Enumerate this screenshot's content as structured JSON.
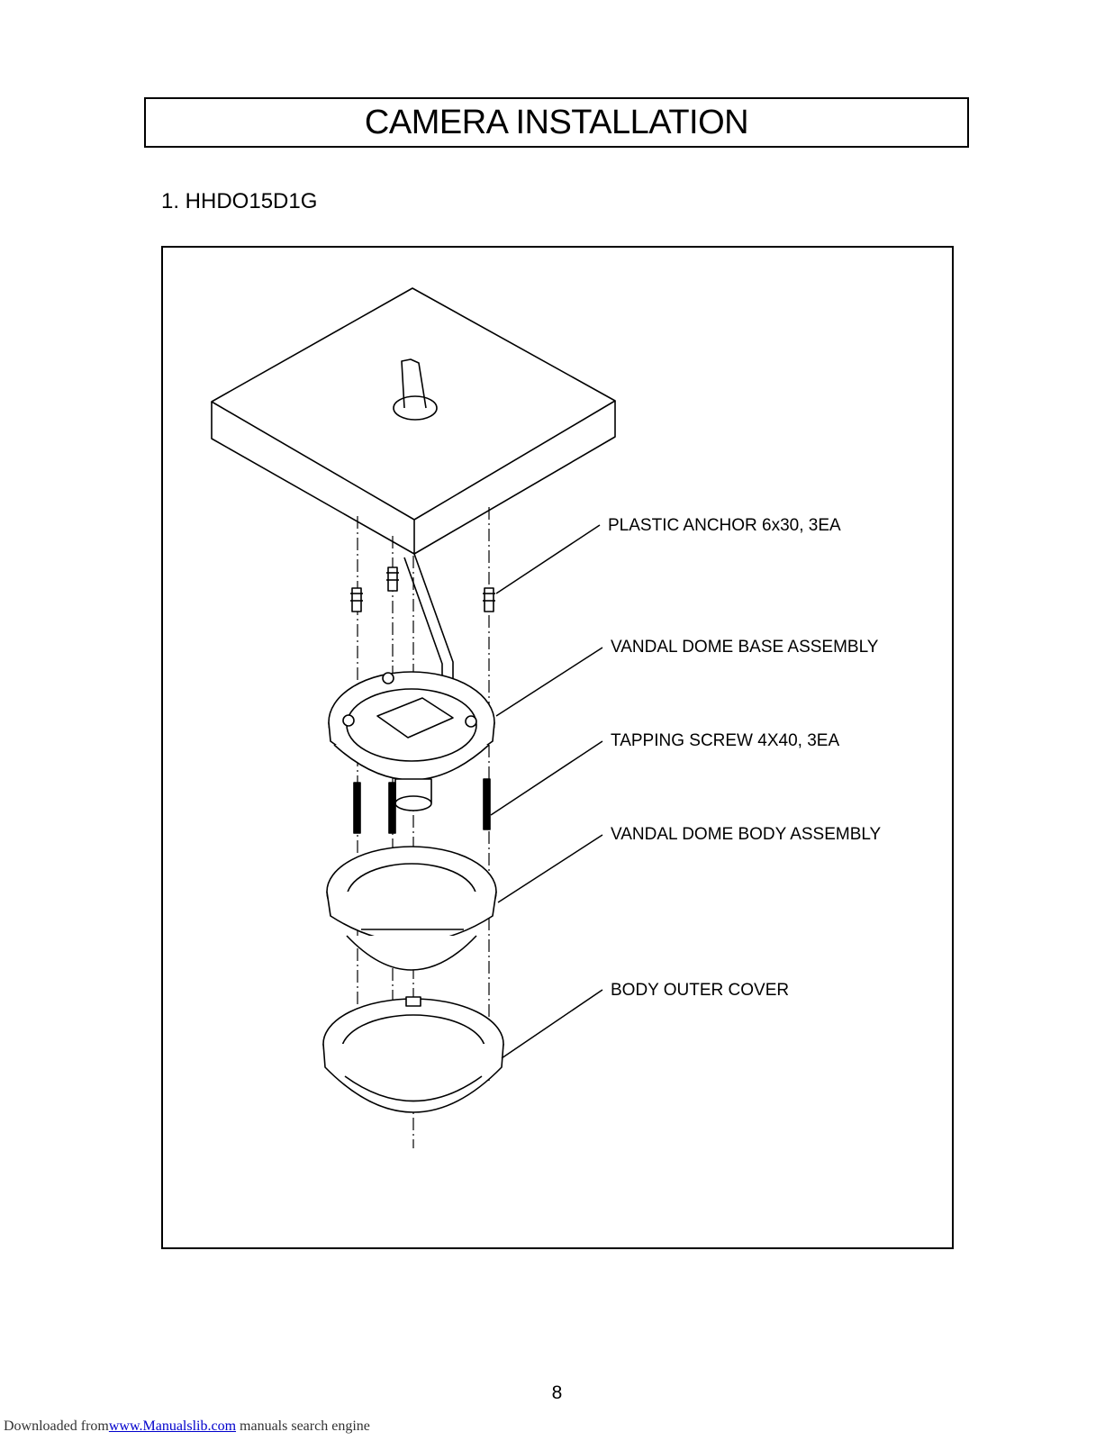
{
  "page": {
    "title": "CAMERA INSTALLATION",
    "section_heading": "1. HHDO15D1G",
    "page_number": "8"
  },
  "figure": {
    "callouts": [
      "PLASTIC ANCHOR 6x30, 3EA",
      "VANDAL DOME BASE ASSEMBLY",
      "TAPPING SCREW 4X40, 3EA",
      "VANDAL DOME BODY ASSEMBLY",
      "BODY OUTER COVER"
    ]
  },
  "footer": {
    "prefix": "Downloaded from",
    "link_text": "www.Manualslib.com",
    "suffix": "manuals search engine"
  }
}
